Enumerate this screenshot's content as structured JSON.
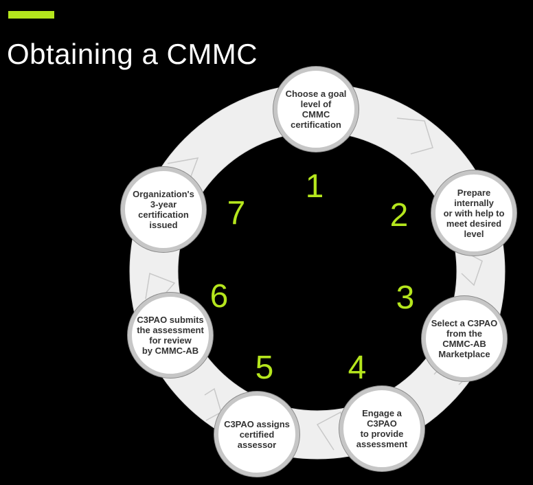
{
  "title": "Obtaining a CMMC",
  "colors": {
    "background": "#000000",
    "accent": "#b5e61d",
    "ring": "#efefef",
    "node_border": "#c6c6c6",
    "node_text": "#333333"
  },
  "steps": [
    {
      "number": "1",
      "label": "Choose a goal\nlevel of\nCMMC\ncertification"
    },
    {
      "number": "2",
      "label": "Prepare internally\nor with help to\nmeet desired\nlevel"
    },
    {
      "number": "3",
      "label": "Select a C3PAO\nfrom the\nCMMC-AB\nMarketplace"
    },
    {
      "number": "4",
      "label": "Engage a\nC3PAO\nto provide\nassessment"
    },
    {
      "number": "5",
      "label": "C3PAO assigns\ncertified\nassessor"
    },
    {
      "number": "6",
      "label": "C3PAO submits\nthe assessment\nfor review\nby CMMC-AB"
    },
    {
      "number": "7",
      "label": "Organization's\n3-year\ncertification\nissued"
    }
  ]
}
